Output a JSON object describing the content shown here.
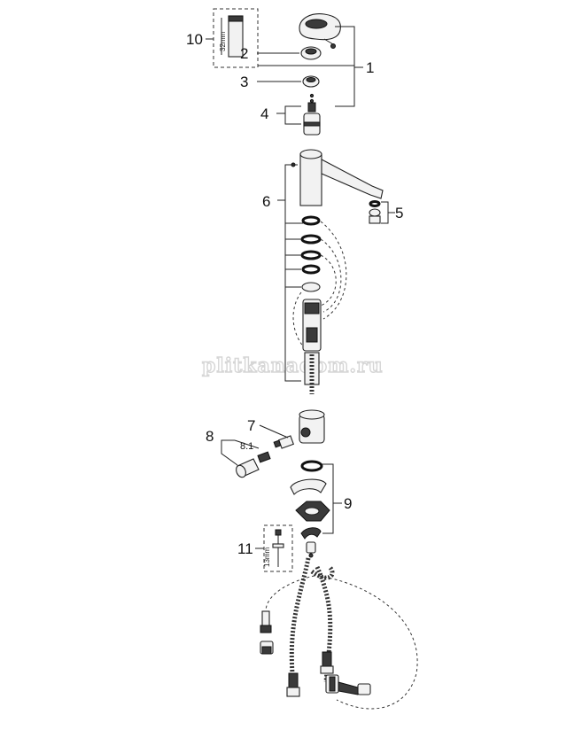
{
  "watermark": "plitkanadom.ru",
  "callouts": {
    "c1": "1",
    "c2": "2",
    "c3": "3",
    "c4": "4",
    "c5": "5",
    "c6": "6",
    "c7": "7",
    "c8": "8",
    "c8_1": "8.1",
    "c9": "9",
    "c10": "10",
    "c11": "11"
  },
  "dimensions": {
    "d10": "32mm",
    "d11": "13mm"
  }
}
